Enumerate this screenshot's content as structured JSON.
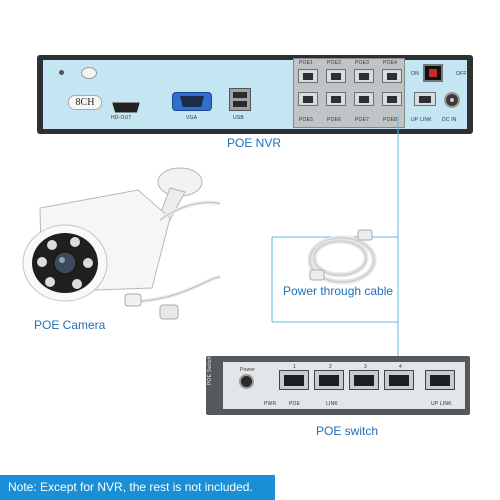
{
  "nvr": {
    "channel_label": "8CH",
    "hdout_label": "HD-OUT",
    "vga_label": "VGA",
    "usb_label": "USB",
    "poe_top_labels": [
      "POE1",
      "POE2",
      "POE3",
      "POE4"
    ],
    "poe_bottom_labels": [
      "POE5",
      "POE6",
      "POE7",
      "POE8"
    ],
    "uplink_label": "UP LINK",
    "dcin_label": "DC IN",
    "switch_on": "ON",
    "switch_off": "OFF",
    "caption": "POE NVR"
  },
  "camera": {
    "caption": "POE Camera"
  },
  "cable": {
    "caption": "Power through cable"
  },
  "poe_switch": {
    "power_label": "Power",
    "pwr_label": "PWR",
    "poe_label": "POE",
    "link_label": "LINK",
    "uplink_label": "UP LINK",
    "port_numbers": [
      "1",
      "2",
      "3",
      "4"
    ],
    "side_label": "POE Switch",
    "caption": "POE switch"
  },
  "note": {
    "text": "Note:  Except for NVR, the rest is not included."
  },
  "colors": {
    "accent": "#1a8fd6",
    "caption": "#1f6fb8",
    "connector_line": "#5bb8e8"
  }
}
